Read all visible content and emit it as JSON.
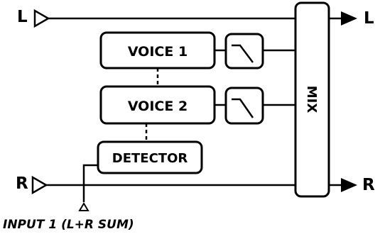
{
  "labels": {
    "input_left": "L",
    "input_right": "R",
    "output_left": "L",
    "output_right": "R",
    "voice1": "VOICE 1",
    "voice2": "VOICE 2",
    "detector": "DETECTOR",
    "mix": "MIX",
    "input_note": "INPUT 1 (L+R SUM)"
  },
  "icons": {
    "filter": "low-pass-filter-icon",
    "input": "triangle-input-icon",
    "output": "arrow-output-icon"
  },
  "colors": {
    "stroke": "#000000",
    "background": "#ffffff"
  }
}
